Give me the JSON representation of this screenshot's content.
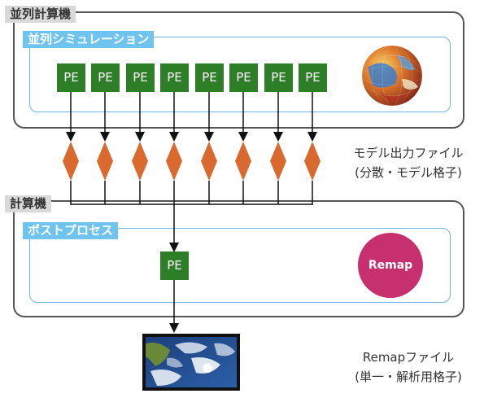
{
  "top": {
    "machine_label": "並列計算機",
    "sim_label": "並列シミュレーション"
  },
  "pe_labels": [
    "PE",
    "PE",
    "PE",
    "PE",
    "PE",
    "PE",
    "PE",
    "PE"
  ],
  "model_output": {
    "line1": "モデル出力ファイル",
    "line2": "(分散・モデル格子)"
  },
  "bottom": {
    "machine_label": "計算機",
    "post_label": "ポストプロセス",
    "pe_label": "PE",
    "remap_label": "Remap"
  },
  "remap_output": {
    "line1": "Remapファイル",
    "line2": "(単一・解析用格子)"
  },
  "colors": {
    "pe": "#2e7d27",
    "diamond": "#d9692e",
    "remap": "#c7306e",
    "inner_border": "#67b8e3",
    "outer_border": "#555555"
  },
  "icons": {
    "globe": "globe-icon",
    "satellite": "satellite-image-icon"
  }
}
